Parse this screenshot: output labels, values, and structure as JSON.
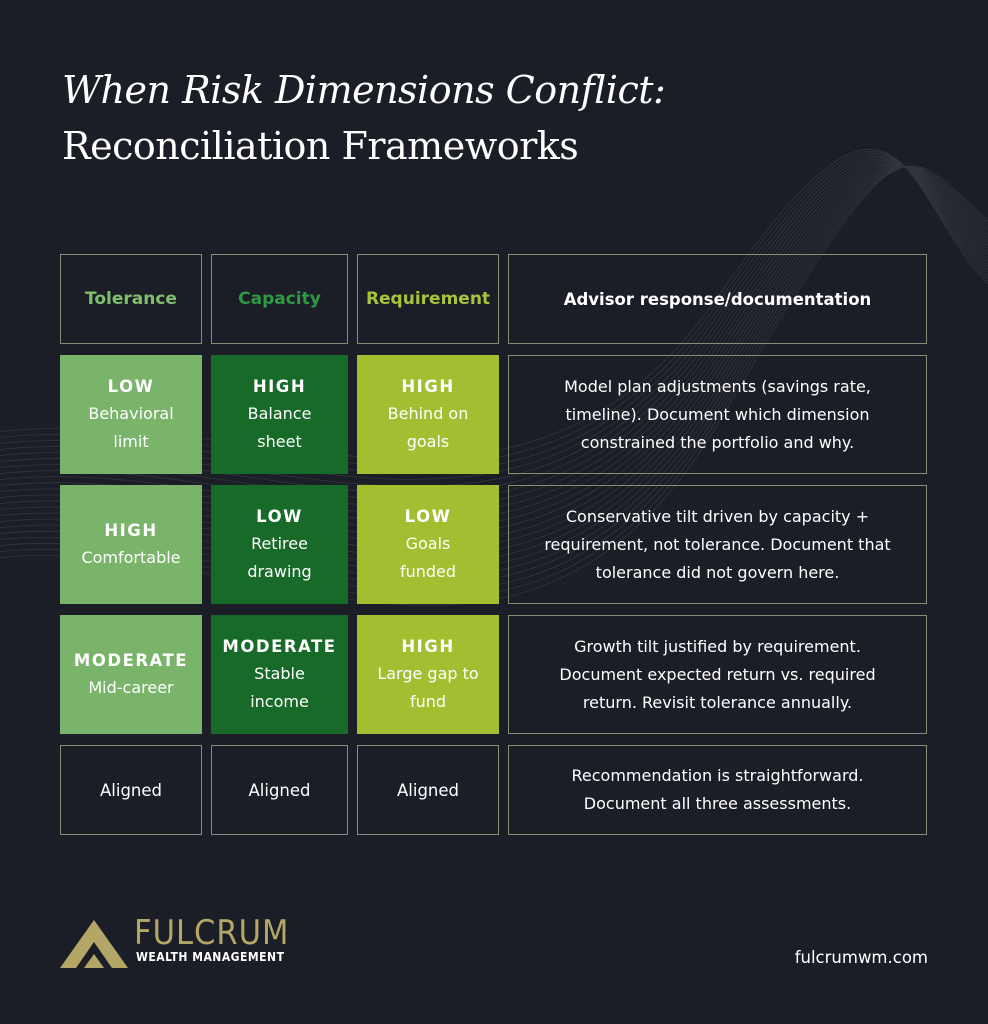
{
  "title": {
    "line1": "When Risk Dimensions Conflict:",
    "line2": "Reconciliation Frameworks"
  },
  "headers": {
    "tolerance": "Tolerance",
    "capacity": "Capacity",
    "requirement": "Requirement",
    "advisor": "Advisor response/documentation"
  },
  "colors": {
    "background": "#1c1e27",
    "tolerance": "#79b46a",
    "capacity": "#176a28",
    "requirement": "#a3bf31",
    "outline": "#8a8b74",
    "brand_gold": "#b3a667"
  },
  "rows": [
    {
      "tolerance": {
        "level": "LOW",
        "desc": "Behavioral limit"
      },
      "capacity": {
        "level": "HIGH",
        "desc": "Balance sheet"
      },
      "requirement": {
        "level": "HIGH",
        "desc": "Behind on goals"
      },
      "response": "Model plan adjustments (savings rate, timeline). Document which dimension constrained the portfolio and why."
    },
    {
      "tolerance": {
        "level": "HIGH",
        "desc": "Comfortable"
      },
      "capacity": {
        "level": "LOW",
        "desc": "Retiree drawing"
      },
      "requirement": {
        "level": "LOW",
        "desc": "Goals funded"
      },
      "response": "Conservative tilt driven by capacity + requirement, not tolerance. Document that tolerance did not govern here."
    },
    {
      "tolerance": {
        "level": "MODERATE",
        "desc": "Mid-career"
      },
      "capacity": {
        "level": "MODERATE",
        "desc": "Stable income"
      },
      "requirement": {
        "level": "HIGH",
        "desc": "Large gap to fund"
      },
      "response": "Growth tilt justified by requirement. Document expected return vs. required return. Revisit tolerance annually."
    }
  ],
  "aligned_row": {
    "tolerance": "Aligned",
    "capacity": "Aligned",
    "requirement": "Aligned",
    "response": "Recommendation is straightforward. Document all three assessments."
  },
  "footer": {
    "brand_name": "FULCRUM",
    "brand_sub": "WEALTH MANAGEMENT",
    "website": "fulcrumwm.com",
    "logo_icon": "fulcrum-chevron-icon"
  }
}
